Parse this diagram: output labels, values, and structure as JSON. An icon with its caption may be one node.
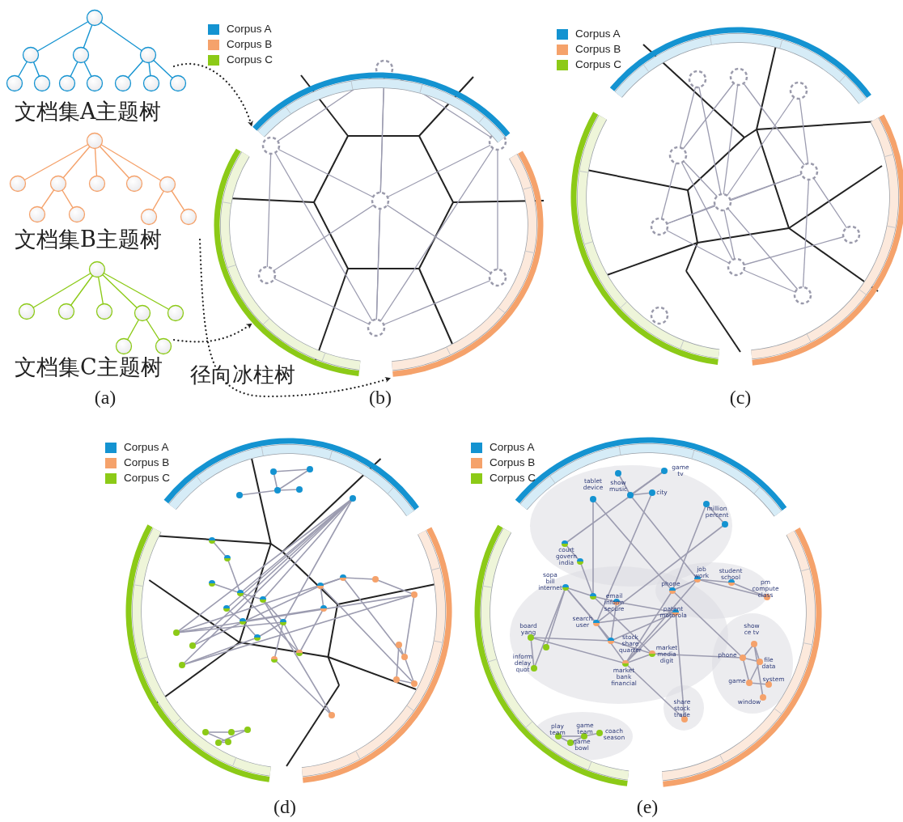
{
  "diagram": {
    "nodes": [
      {
        "text": [
          "文档集A主题树"
        ]
      },
      {
        "text": [
          "文档集B主题树"
        ]
      },
      {
        "text": [
          "文档集C主题树"
        ]
      },
      {
        "text": [],
        "shape": "bar"
      },
      {
        "text": [],
        "shape": "bar"
      },
      {
        "text": [],
        "shape": "bar"
      }
    ],
    "edges": [
      {
        "from": 0,
        "to": 3,
        "arrow": "to",
        "style": "dashed"
      },
      {
        "from": 1,
        "to": 5,
        "arrow": "to",
        "style": "dashed"
      },
      {
        "from": 2,
        "to": 4,
        "arrow": "to",
        "style": "dashed"
      }
    ],
    "labels": [
      "径向冰柱树",
      "(a)",
      "(b)",
      "(c)",
      "game tv",
      "tablet device",
      "show music",
      "city",
      "million percent",
      "court govern india",
      "phone",
      "job work",
      "student school",
      "sopa bill internet",
      "pm compute class",
      "email inform secure",
      "patent motorola",
      "search user",
      "board yang",
      "show ce tv",
      "stock share quarter",
      "market media digit",
      "phone",
      "file data",
      "inform delay quot",
      "market bank financial",
      "game",
      "system",
      "window",
      "share stock trade",
      "play team",
      "game team",
      "coach season",
      "game bowl",
      "(d)",
      "(e)"
    ],
    "legend": [
      {
        "text": "Corpus A",
        "color": "#1493d1"
      },
      {
        "text": "Corpus B",
        "color": "#f5a26b"
      },
      {
        "text": "Corpus C",
        "color": "#8cca17"
      },
      {
        "text": "Corpus A",
        "color": "#1493d1"
      },
      {
        "text": "Corpus B",
        "color": "#f5a26b"
      },
      {
        "text": "Corpus C",
        "color": "#8cca17"
      },
      {
        "text": "Corpus A",
        "color": "#1493d1"
      },
      {
        "text": "Corpus B",
        "color": "#f5a26b"
      },
      {
        "text": "Corpus C",
        "color": "#8cca17"
      },
      {
        "text": "Corpus A",
        "color": "#1493d1"
      },
      {
        "text": "Corpus B",
        "color": "#f5a26b"
      },
      {
        "text": "Corpus C",
        "color": "#8cca17"
      }
    ]
  }
}
